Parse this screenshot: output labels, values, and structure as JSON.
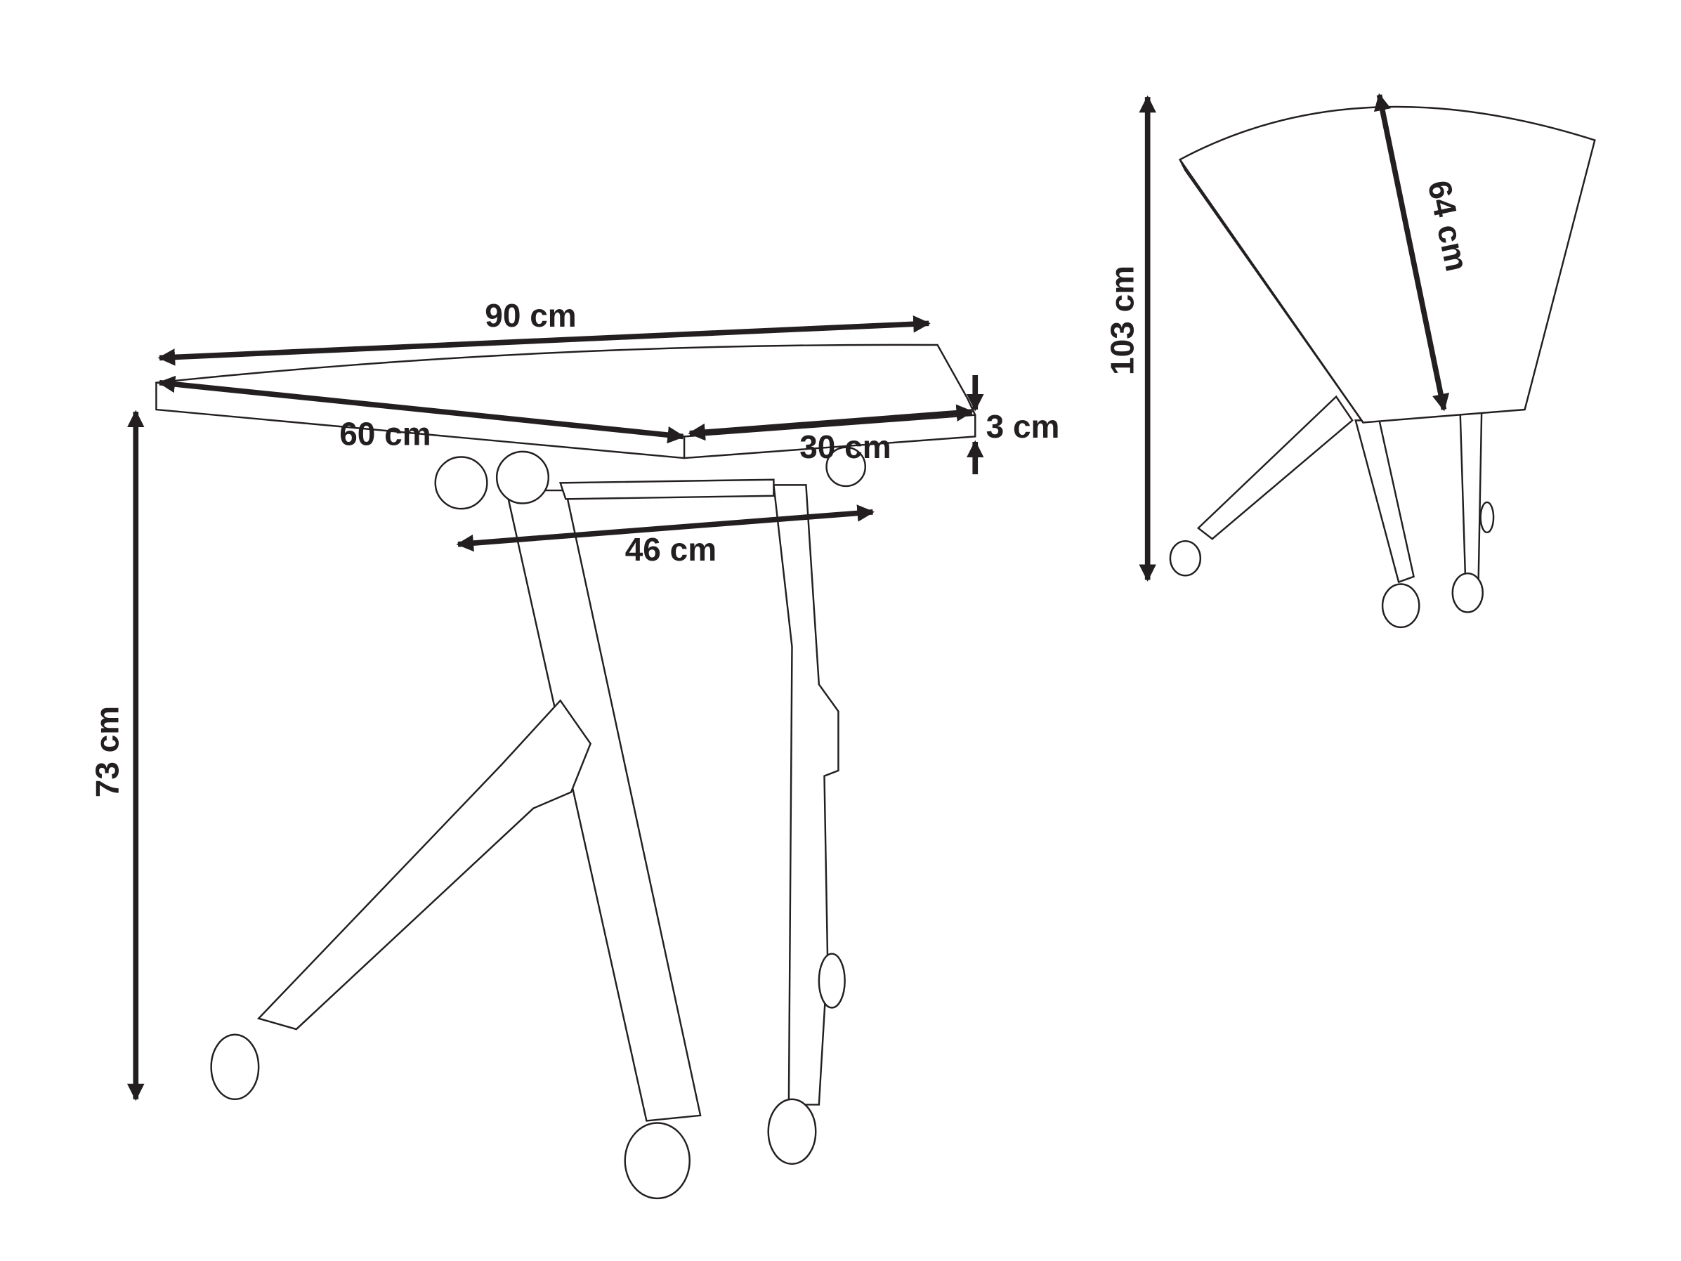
{
  "labels": {
    "width_total": "90 cm",
    "depth_left": "60 cm",
    "depth_right": "30 cm",
    "top_thickness": "3 cm",
    "leg_spacing": "46 cm",
    "height": "73 cm",
    "folded_height": "103 cm",
    "folded_top_depth": "64 cm"
  },
  "colors": {
    "line": "#231f20",
    "background": "#ffffff"
  }
}
